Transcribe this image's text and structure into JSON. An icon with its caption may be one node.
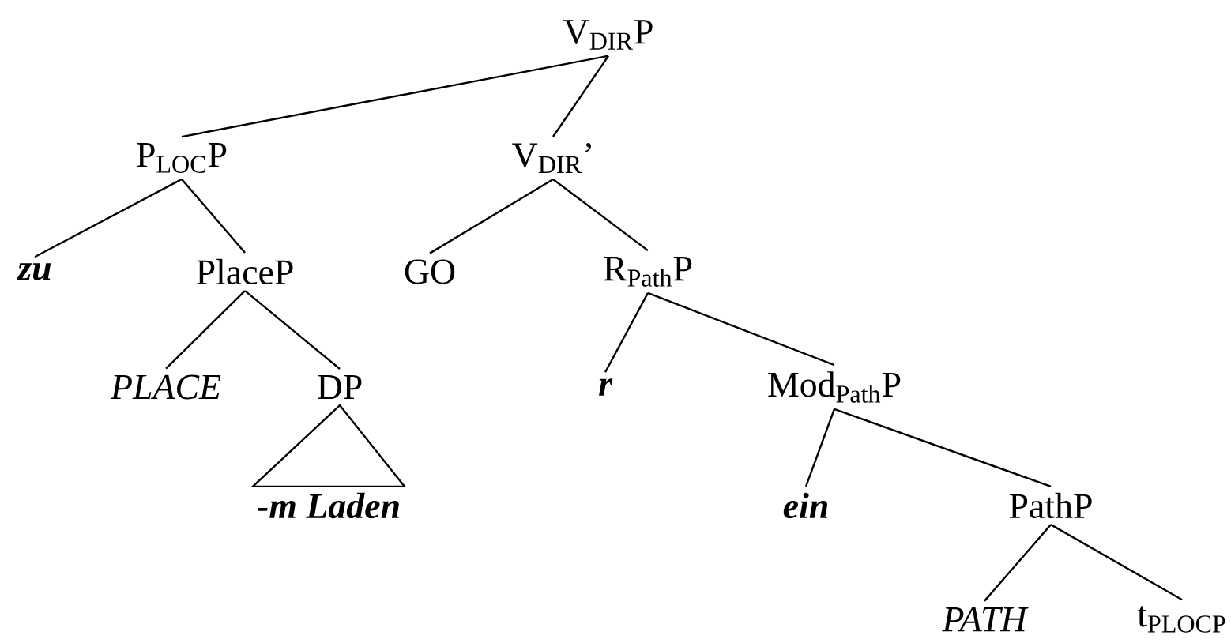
{
  "diagram": {
    "nodes": [
      {
        "text": [
          "V$_{DIR}$P"
        ]
      },
      {
        "text": [
          "P$_{LOC}$P"
        ]
      },
      {
        "text": [
          "V$_{DIR}$’"
        ]
      },
      {
        "text": [
          "zu"
        ]
      },
      {
        "text": [
          "PlaceP"
        ]
      },
      {
        "text": [
          "GO"
        ]
      },
      {
        "text": [
          "R$_{Path}$P"
        ]
      },
      {
        "text": [
          "PLACE"
        ]
      },
      {
        "text": [
          "DP"
        ]
      },
      {
        "text": [
          "-m Laden"
        ]
      },
      {
        "text": [
          "r"
        ]
      },
      {
        "text": [
          "Mod$_{Path}$P"
        ]
      },
      {
        "text": [
          "ein"
        ]
      },
      {
        "text": [
          "PathP"
        ]
      },
      {
        "text": [
          "PATH"
        ]
      },
      {
        "text": [
          "t$_{PLOCP}$"
        ]
      }
    ],
    "edges": [
      {
        "from": 0,
        "to": 1,
        "arrow": "none"
      },
      {
        "from": 0,
        "to": 2,
        "arrow": "none"
      },
      {
        "from": 1,
        "to": 3,
        "arrow": "none"
      },
      {
        "from": 1,
        "to": 4,
        "arrow": "none"
      },
      {
        "from": 2,
        "to": 5,
        "arrow": "none"
      },
      {
        "from": 2,
        "to": 6,
        "arrow": "none"
      },
      {
        "from": 4,
        "to": 7,
        "arrow": "none"
      },
      {
        "from": 4,
        "to": 8,
        "arrow": "none"
      },
      {
        "from": 8,
        "to": 9,
        "arrow": "none"
      },
      {
        "from": 6,
        "to": 10,
        "arrow": "none"
      },
      {
        "from": 6,
        "to": 11,
        "arrow": "none"
      },
      {
        "from": 11,
        "to": 12,
        "arrow": "none"
      },
      {
        "from": 11,
        "to": 13,
        "arrow": "none"
      },
      {
        "from": 13,
        "to": 14,
        "arrow": "none"
      },
      {
        "from": 13,
        "to": 15,
        "arrow": "none"
      }
    ]
  }
}
